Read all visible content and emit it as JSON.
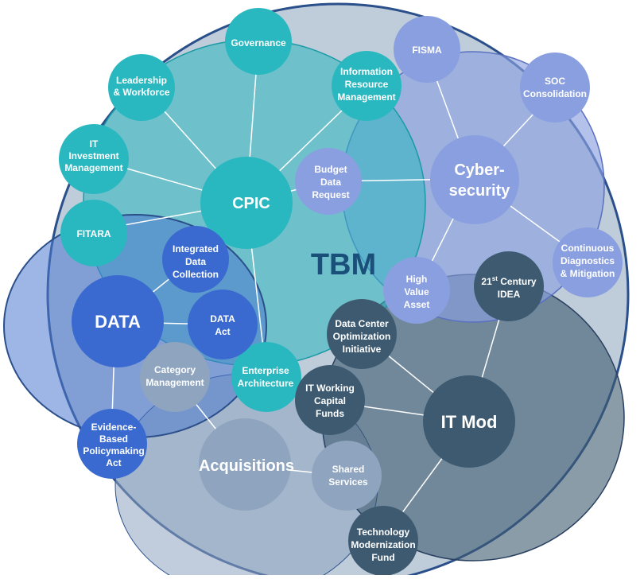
{
  "diagram": {
    "center_label": "TBM",
    "colors": {
      "tbm_text": "#1a4f7a",
      "outer_ring": "#2a4f8a",
      "cpic_region": "#2cb8c0",
      "cyber_region": "#8a9fe0",
      "data_region": "#4f7ad0",
      "itmod_region": "#3d5a70",
      "acq_region": "#8ea4bf"
    },
    "hubs": {
      "cpic": "CPIC",
      "cyber": [
        "Cyber-",
        "security"
      ],
      "data": "DATA",
      "itmod": "IT Mod",
      "acquisitions": "Acquisitions"
    },
    "nodes": {
      "governance": [
        "Governance"
      ],
      "leadership": [
        "Leadership",
        "& Workforce"
      ],
      "info_resource": [
        "Information",
        "Resource",
        "Management"
      ],
      "it_investment": [
        "IT",
        "Investment",
        "Management"
      ],
      "fitara": [
        "FITARA"
      ],
      "budget_data": [
        "Budget",
        "Data",
        "Request"
      ],
      "integrated_data": [
        "Integrated",
        "Data",
        "Collection"
      ],
      "data_act": [
        "DATA",
        "Act"
      ],
      "category_mgmt": [
        "Category",
        "Management"
      ],
      "evidence_based": [
        "Evidence-",
        "Based",
        "Policymaking",
        "Act"
      ],
      "enterprise_arch": [
        "Enterprise",
        "Architecture"
      ],
      "fisma": [
        "FISMA"
      ],
      "soc": [
        "SOC",
        "Consolidation"
      ],
      "cdm": [
        "Continuous",
        "Diagnostics",
        "& Mitigation"
      ],
      "hva": [
        "High",
        "Value",
        "Asset"
      ],
      "idea_line1_num": "21",
      "idea_line1_sup": "st",
      "idea_line1_rest": " Century",
      "idea_line2": "IDEA",
      "dcoi": [
        "Data Center",
        "Optimization",
        "Initiative"
      ],
      "itwcf": [
        "IT Working",
        "Capital",
        "Funds"
      ],
      "shared": [
        "Shared",
        "Services"
      ],
      "tmf": [
        "Technology",
        "Modernization",
        "Fund"
      ]
    }
  }
}
